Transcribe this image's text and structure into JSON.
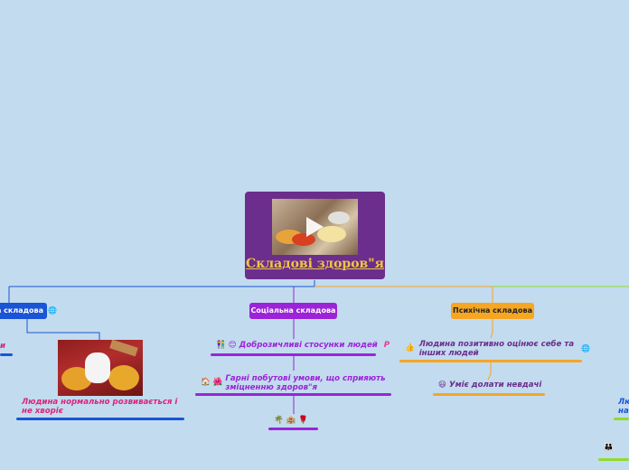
{
  "root": {
    "title": "Складові здоров\"я"
  },
  "branches": {
    "left": {
      "label": "а складова",
      "color": "#1a55d6"
    },
    "social": {
      "label": "Соціальна складова",
      "color": "#9b24d8"
    },
    "psychic": {
      "label": "Психічна складова",
      "color": "#f5a623"
    }
  },
  "topics": {
    "left_edge": "и",
    "physical_development": "Людина нормально розвивається і не хворіє",
    "friendly": "Доброзичливі стосунки людей",
    "friendly_suffix": "Р",
    "living": "Гарні побутові умови, що сприяють зміцненню здоров\"я",
    "positive": "Людина позитивно оцінює себе та інших людей",
    "overcome": "Уміє  долати невдачі",
    "right_edge": "Лю на"
  },
  "icons": {
    "people": "👫",
    "smile": "😊",
    "house": "🏠",
    "flower": "🌺",
    "palm": "🌴",
    "hotel": "🏨",
    "rose": "🌹",
    "thumbs": "👍",
    "smiley": "😃",
    "globe": "🌐",
    "family": "👪"
  },
  "colors": {
    "background": "#c2dbef",
    "root": "#6b2e8c",
    "title": "#f0c542",
    "green": "#8fdc2a"
  }
}
